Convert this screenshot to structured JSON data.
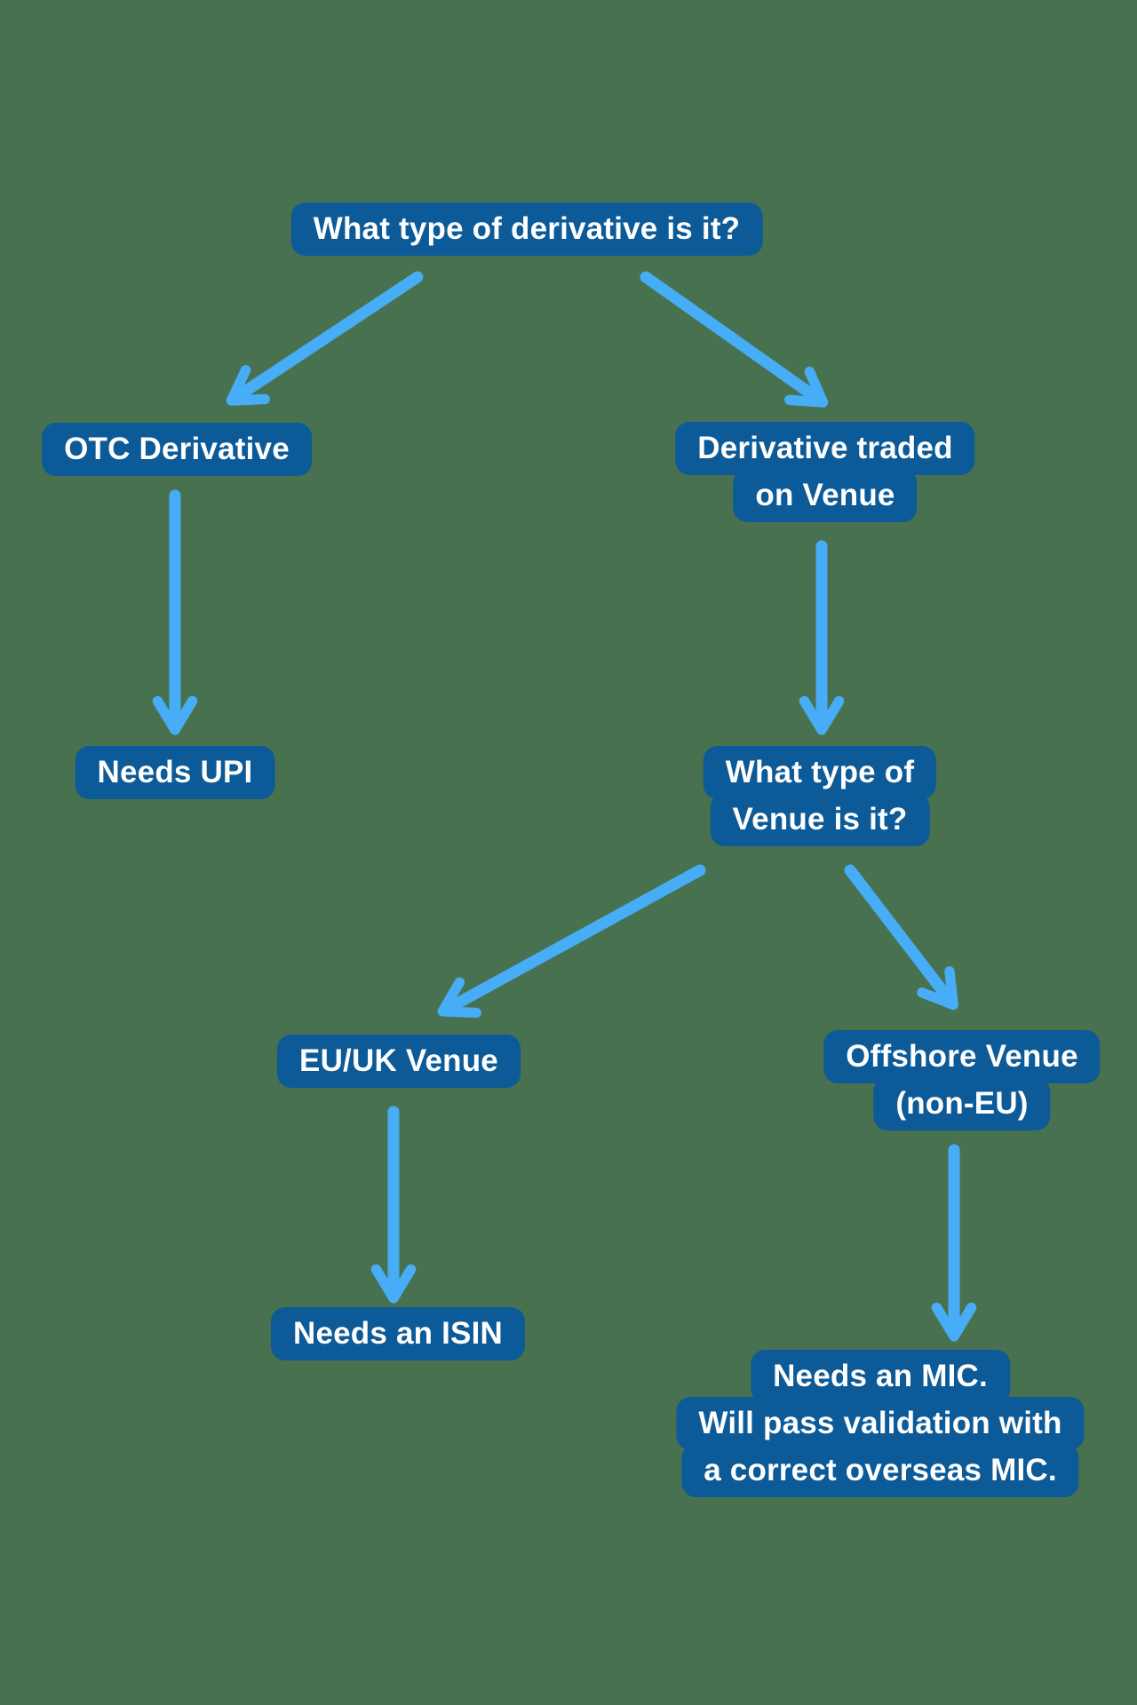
{
  "colors": {
    "background": "#48714F",
    "node_background": "#0C5A97",
    "node_text": "#FFFFFF",
    "arrow": "#47ADF7"
  },
  "flowchart": {
    "nodes": [
      {
        "id": "what-type-of-derivative",
        "lines": [
          "What type of derivative is it?"
        ]
      },
      {
        "id": "otc-derivative",
        "lines": [
          "OTC Derivative"
        ]
      },
      {
        "id": "derivative-traded-on-venue",
        "lines": [
          "Derivative traded",
          "on Venue"
        ]
      },
      {
        "id": "needs-upi",
        "lines": [
          "Needs UPI"
        ]
      },
      {
        "id": "what-type-of-venue",
        "lines": [
          "What type of",
          "Venue is it?"
        ]
      },
      {
        "id": "eu-uk-venue",
        "lines": [
          "EU/UK Venue"
        ]
      },
      {
        "id": "offshore-venue",
        "lines": [
          "Offshore Venue",
          "(non-EU)"
        ]
      },
      {
        "id": "needs-an-isin",
        "lines": [
          "Needs an ISIN"
        ]
      },
      {
        "id": "needs-an-mic",
        "lines": [
          "Needs an MIC.",
          "Will pass validation with",
          "a correct overseas MIC."
        ]
      }
    ],
    "edges": [
      {
        "from": "what-type-of-derivative",
        "to": "otc-derivative"
      },
      {
        "from": "what-type-of-derivative",
        "to": "derivative-traded-on-venue"
      },
      {
        "from": "otc-derivative",
        "to": "needs-upi"
      },
      {
        "from": "derivative-traded-on-venue",
        "to": "what-type-of-venue"
      },
      {
        "from": "what-type-of-venue",
        "to": "eu-uk-venue"
      },
      {
        "from": "what-type-of-venue",
        "to": "offshore-venue"
      },
      {
        "from": "eu-uk-venue",
        "to": "needs-an-isin"
      },
      {
        "from": "offshore-venue",
        "to": "needs-an-mic"
      }
    ]
  }
}
